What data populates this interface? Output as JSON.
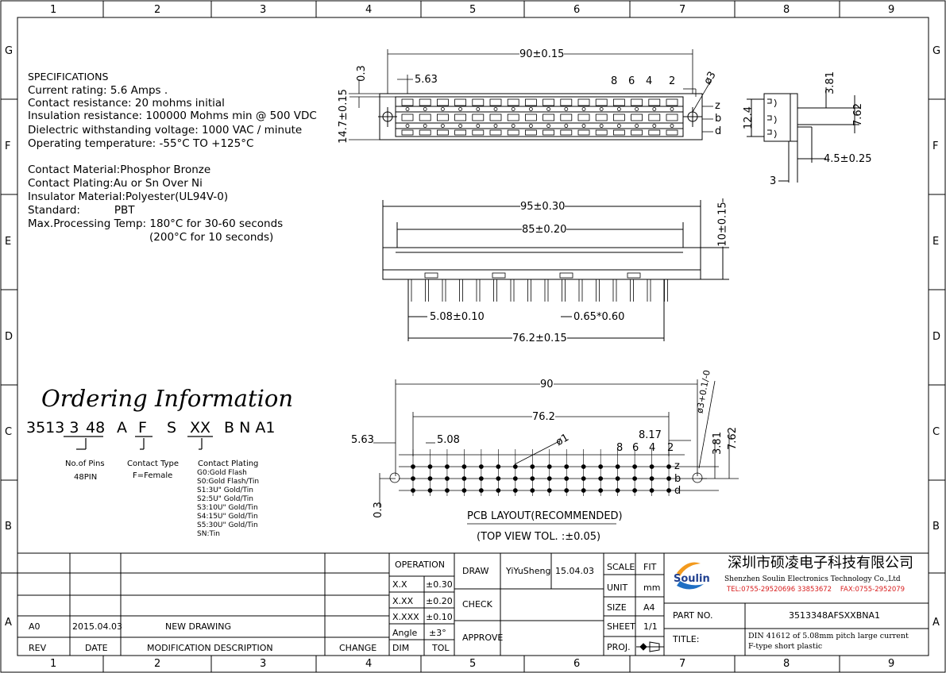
{
  "grid": {
    "cols": [
      "1",
      "2",
      "3",
      "4",
      "5",
      "6",
      "7",
      "8",
      "9"
    ],
    "rows": [
      "G",
      "F",
      "E",
      "D",
      "C",
      "B",
      "A"
    ]
  },
  "specs": {
    "heading": "SPECIFICATIONS",
    "lines": [
      "Current rating: 5.6 Amps .",
      "Contact resistance: 20 mohms initial",
      "Insulation resistance: 100000 Mohms min @ 500 VDC",
      "Dielectric withstanding voltage: 1000 VAC / minute",
      "Operating temperature: -55°C TO +125°C"
    ],
    "lines2": [
      "Contact Material:Phosphor Bronze",
      "Contact Plating:Au or Sn Over Ni",
      "Insulator Material:Polyester(UL94V-0)",
      "Standard:          PBT",
      "Max.Processing Temp: 180°C for 30-60 seconds",
      "(200°C for 10 seconds)"
    ]
  },
  "ordering": {
    "title": "Ordering Information",
    "code": [
      "3513 3",
      "48",
      "A",
      "F",
      "S",
      "XX",
      "B N A1"
    ],
    "pins_label": "No.of Pins",
    "pins_value": "48PIN",
    "type_label": "Contact Type",
    "type_value": "F=Female",
    "plating_label": "Contact Plating",
    "plating_options": [
      "G0:Gold Flash",
      "S0:Gold Flash/Tin",
      "S1:3U\" Gold/Tin",
      "S2:5U\" Gold/Tin",
      "S3:10U\" Gold/Tin",
      "S4:15U\" Gold/Tin",
      "S5:30U\" Gold/Tin",
      "SN:Tin"
    ]
  },
  "dims_top": {
    "overall": "90±0.15",
    "edge": "5.63",
    "gap": "0.3",
    "height": "14.7±0.15",
    "hole": "ø3",
    "pin_numbers": [
      "8",
      "6",
      "4",
      "2"
    ],
    "rows": [
      "z",
      "b",
      "d"
    ]
  },
  "dims_side": {
    "height": "12.4",
    "pitch1": "3.81",
    "pitch2": "7.62",
    "tail": "4.5±0.25",
    "base": "3"
  },
  "dims_front": {
    "overall": "95±0.30",
    "inner": "85±0.20",
    "height": "10±0.15",
    "pitch": "5.08±0.10",
    "pin": "0.65*0.60",
    "span": "76.2±0.15"
  },
  "pcb": {
    "overall": "90",
    "span": "76.2",
    "edge": "5.63",
    "pitch": "5.08",
    "hole_small": "ø1",
    "hole_big": "ø3+0.1/-0",
    "offset": "8.17",
    "row1": "3.81",
    "row2": "7.62",
    "gap": "0.3",
    "pin_numbers": [
      "8",
      "6",
      "4",
      "2"
    ],
    "rows": [
      "z",
      "b",
      "d"
    ],
    "caption": "PCB LAYOUT(RECOMMENDED)",
    "caption2": "(TOP VIEW TOL. :±0.05)"
  },
  "title_block": {
    "rev_headers": [
      "REV",
      "DATE",
      "MODIFICATION DESCRIPTION",
      "CHANGE"
    ],
    "rev_row": [
      "A0",
      "2015.04.03",
      "NEW DRAWING"
    ],
    "operation": "OPERATION",
    "tolerances": [
      [
        "X.X",
        "±0.30"
      ],
      [
        "X.XX",
        "±0.20"
      ],
      [
        "X.XXX",
        "±0.10"
      ],
      [
        "Angle",
        "±3°"
      ],
      [
        "DIM",
        "TOL"
      ]
    ],
    "draw": "DRAW",
    "drawer": "YiYuSheng",
    "date": "15.04.03",
    "check": "CHECK",
    "approve": "APPROVE",
    "scale_label": "SCALE",
    "scale": "FIT",
    "unit_label": "UNIT",
    "unit": "mm",
    "size_label": "SIZE",
    "size": "A4",
    "sheet_label": "SHEET",
    "sheet": "1/1",
    "proj_label": "PROJ.",
    "logo": "Soulin",
    "company_cn": "深圳市硕凌电子科技有限公司",
    "company_en": "Shenzhen Soulin Electronics Technology Co.,Ltd",
    "contact": "TEL:0755-29520696 33853672    FAX:0755-2952079",
    "part_label": "PART NO.",
    "part_no": "3513348AFSXXBNA1",
    "title_label": "TITLE:",
    "title1": "DIN 41612 of 5.08mm pitch large current",
    "title2": "F-type short plastic"
  },
  "colors": {
    "line": "#000000",
    "logo_orange": "#f39a1e",
    "logo_blue": "#1f6fc4",
    "contact_red": "#d81e1e"
  }
}
